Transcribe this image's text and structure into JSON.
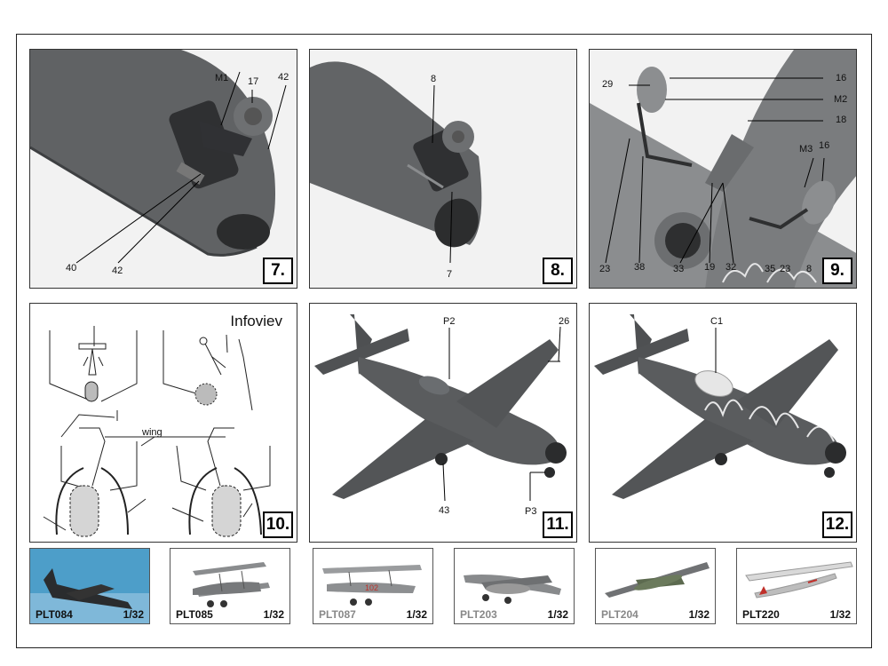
{
  "steps": [
    {
      "number": "7.",
      "callouts": [
        "M1",
        "17",
        "42",
        "40",
        "42"
      ]
    },
    {
      "number": "8.",
      "callouts": [
        "8",
        "7"
      ]
    },
    {
      "number": "9.",
      "callouts": [
        "29",
        "16",
        "M2",
        "18",
        "M3",
        "16",
        "23",
        "38",
        "33",
        "19",
        "32",
        "35",
        "23",
        "8"
      ]
    },
    {
      "number": "10.",
      "title": "Infoviev",
      "callouts": [
        "wing"
      ]
    },
    {
      "number": "11.",
      "callouts": [
        "P2",
        "26",
        "43",
        "P3"
      ]
    },
    {
      "number": "12.",
      "callouts": [
        "C1"
      ]
    }
  ],
  "kits": [
    {
      "code": "PLT084",
      "scale": "1/32"
    },
    {
      "code": "PLT085",
      "scale": "1/32"
    },
    {
      "code": "PLT087",
      "scale": "1/32"
    },
    {
      "code": "PLT203",
      "scale": "1/32"
    },
    {
      "code": "PLT204",
      "scale": "1/32"
    },
    {
      "code": "PLT220",
      "scale": "1/32"
    }
  ],
  "colors": {
    "frame": "#222222",
    "model_grey": "#5f6163",
    "photo_bg": "#f2f2f2",
    "sky": "#4d9ec9"
  }
}
